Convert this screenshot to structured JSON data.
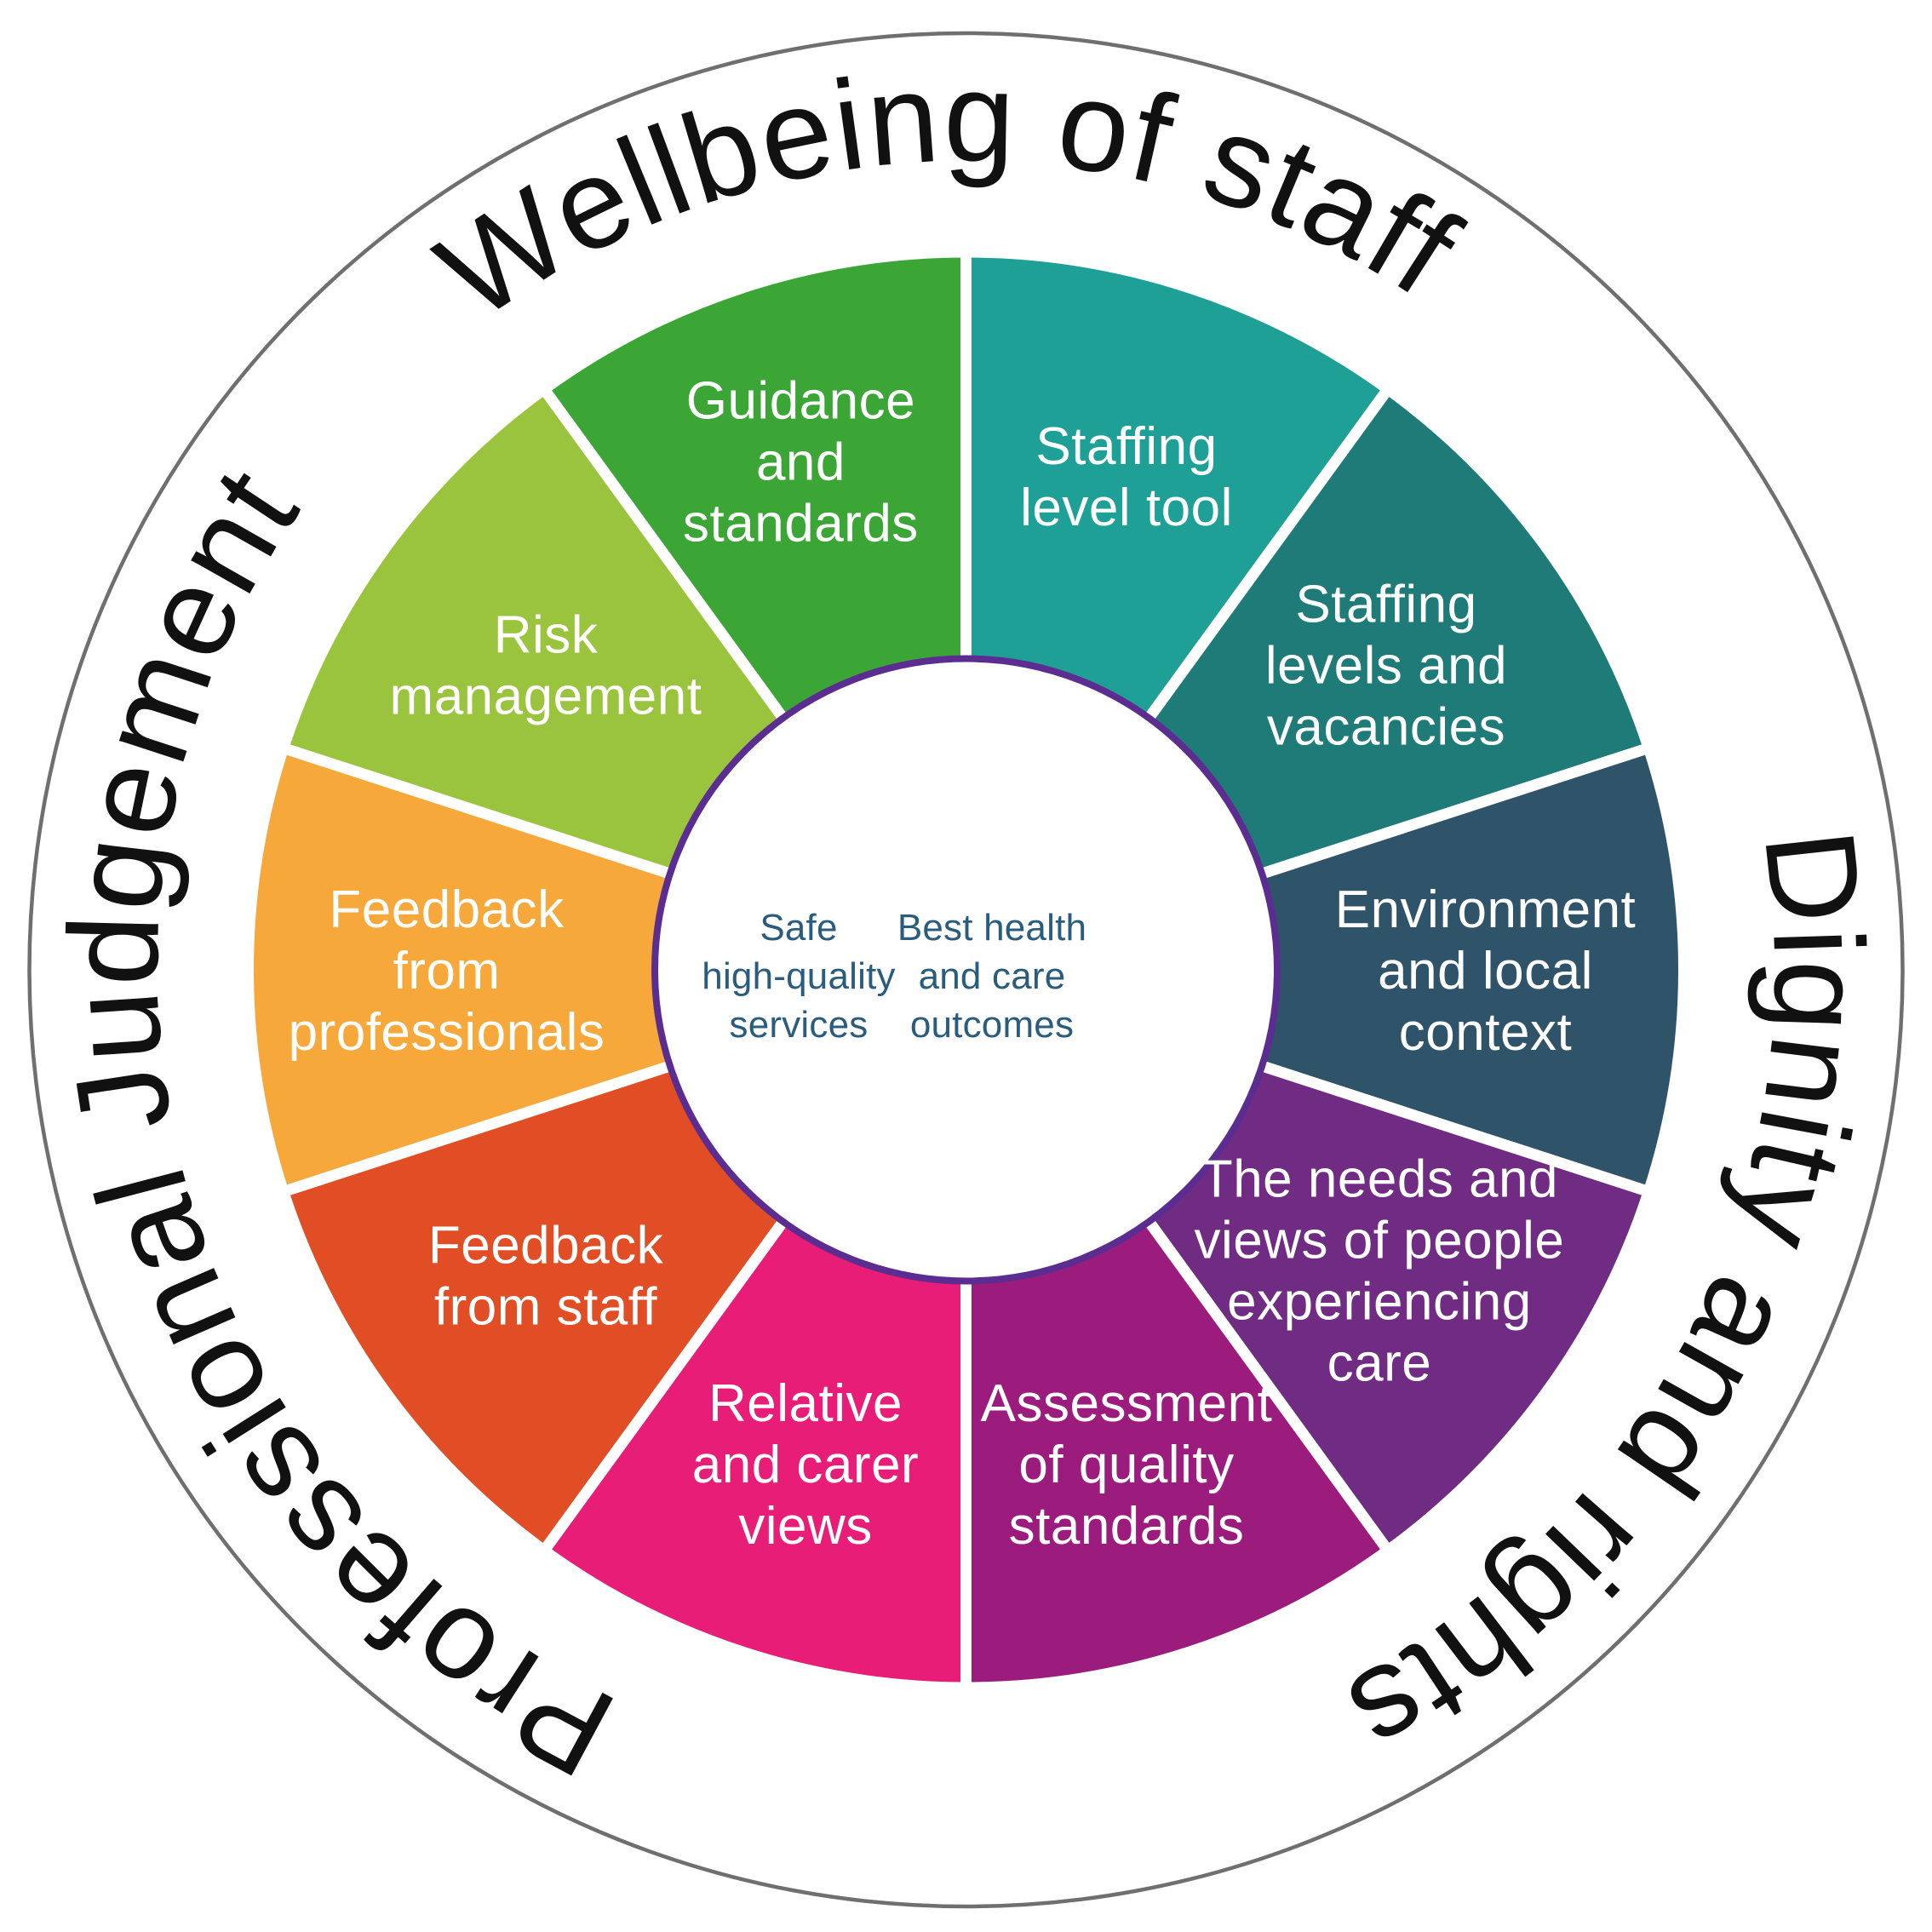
{
  "diagram": {
    "ring_labels": [
      {
        "text": "Wellbeing of staff",
        "center_angle_deg": -1.5
      },
      {
        "text": "Dignity and rights",
        "center_angle_deg": 116.5
      },
      {
        "text": "Professional Judgement",
        "center_angle_deg": 255
      }
    ],
    "segments": [
      {
        "name": "staffing-level-tool",
        "lines": [
          "Staffing",
          "level tool"
        ],
        "color": "#1FA096",
        "start_deg": 0,
        "end_deg": 36
      },
      {
        "name": "staffing-levels-vacancies",
        "lines": [
          "Staffing",
          "levels and",
          "vacancies"
        ],
        "color": "#1E7B78",
        "start_deg": 36,
        "end_deg": 72
      },
      {
        "name": "environment-local-context",
        "lines": [
          "Environment",
          "and local",
          "context"
        ],
        "color": "#2F5469",
        "start_deg": 72,
        "end_deg": 108
      },
      {
        "name": "needs-views-people",
        "lines": [
          "The needs and",
          "views of people",
          "experiencing",
          "care"
        ],
        "color": "#6F2C82",
        "start_deg": 108,
        "end_deg": 144
      },
      {
        "name": "assessment-quality",
        "lines": [
          "Assessment",
          "of quality",
          "standards"
        ],
        "color": "#9B1C7D",
        "start_deg": 144,
        "end_deg": 180
      },
      {
        "name": "relative-carer-views",
        "lines": [
          "Relative",
          "and carer",
          "views"
        ],
        "color": "#E81D77",
        "start_deg": 180,
        "end_deg": 216
      },
      {
        "name": "feedback-from-staff",
        "lines": [
          "Feedback",
          "from staff"
        ],
        "color": "#E14E26",
        "start_deg": 216,
        "end_deg": 252
      },
      {
        "name": "feedback-from-professionals",
        "lines": [
          "Feedback",
          "from",
          "professionals"
        ],
        "color": "#F6A83B",
        "start_deg": 252,
        "end_deg": 288
      },
      {
        "name": "risk-management",
        "lines": [
          "Risk",
          "management"
        ],
        "color": "#9AC43E",
        "start_deg": 288,
        "end_deg": 324
      },
      {
        "name": "guidance-standards",
        "lines": [
          "Guidance",
          "and",
          "standards"
        ],
        "color": "#3BA636",
        "start_deg": 324,
        "end_deg": 360
      }
    ],
    "center": {
      "left_lines": [
        "Safe",
        "high-quality",
        "services"
      ],
      "right_lines": [
        "Best health",
        "and care",
        "outcomes"
      ]
    }
  },
  "colors": {
    "outer_circle_stroke": "#6F6F6F",
    "center_ring": "#5C2D91",
    "center_text": "#2A5C7D",
    "ring_label_text": "#111111",
    "segment_divider": "#FFFFFF"
  }
}
